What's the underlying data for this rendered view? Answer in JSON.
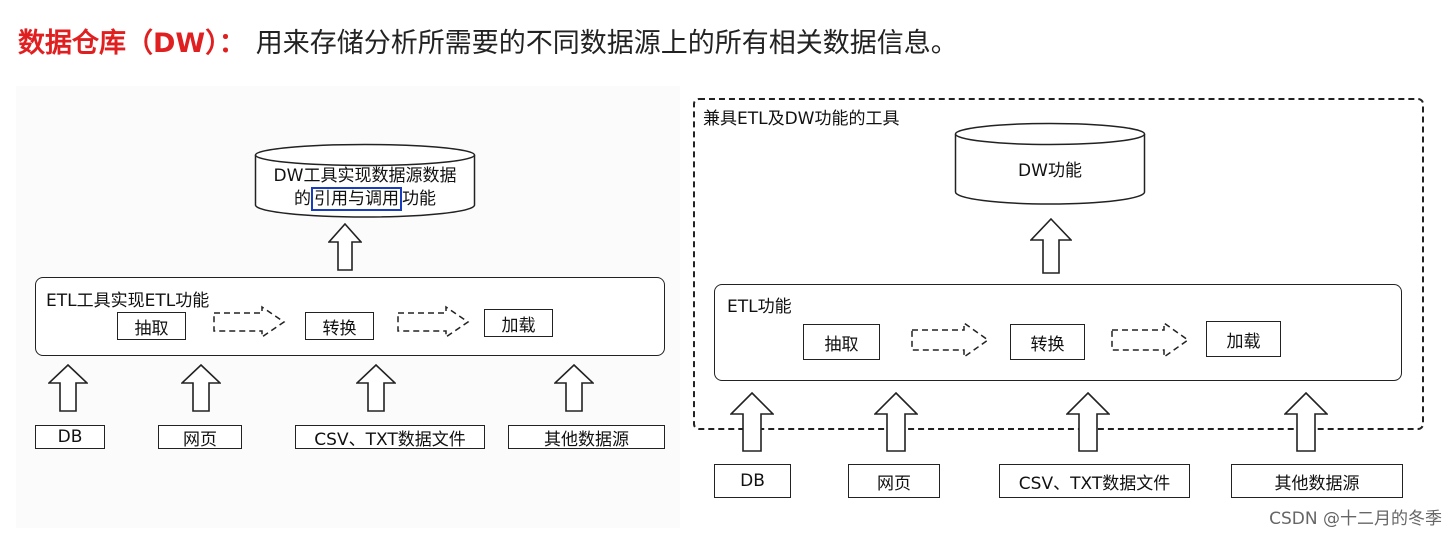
{
  "header": {
    "term": "数据仓库（DW）：",
    "definition": "用来存储分析所需要的不同数据源上的所有相关数据信息。"
  },
  "left": {
    "cylinder_line1": "DW工具实现数据源数据",
    "cylinder_line2_pre": "的",
    "cylinder_line2_hl": "引用与调用",
    "cylinder_line2_post": "功能",
    "etl_title": "ETL工具实现ETL功能",
    "steps": [
      "抽取",
      "转换",
      "加载"
    ],
    "sources": [
      "DB",
      "网页",
      "CSV、TXT数据文件",
      "其他数据源"
    ]
  },
  "right": {
    "frame_title": "兼具ETL及DW功能的工具",
    "cylinder": "DW功能",
    "etl_title": "ETL功能",
    "steps": [
      "抽取",
      "转换",
      "加载"
    ],
    "sources": [
      "DB",
      "网页",
      "CSV、TXT数据文件",
      "其他数据源"
    ]
  },
  "watermark": "CSDN @十二月的冬季"
}
